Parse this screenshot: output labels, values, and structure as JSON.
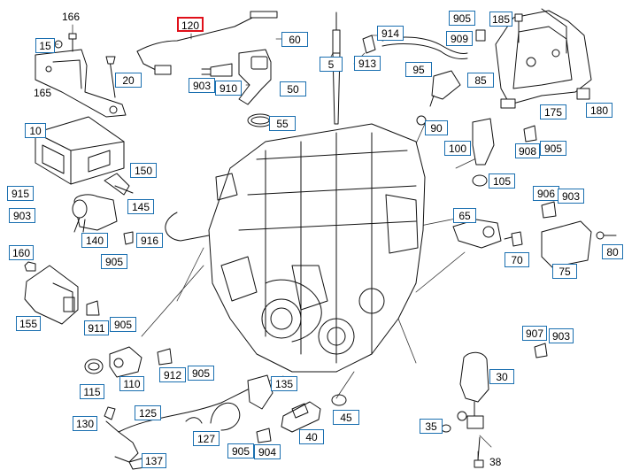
{
  "diagram": {
    "callouts": {
      "c166": "166",
      "c15": "15",
      "c165": "165",
      "c120": "120",
      "c60": "60",
      "c20": "20",
      "c903a": "903",
      "c910": "910",
      "c50": "50",
      "c5": "5",
      "c914": "914",
      "c913": "913",
      "c95": "95",
      "c905a": "905",
      "c185": "185",
      "c909": "909",
      "c85": "85",
      "c175": "175",
      "c180": "180",
      "c10": "10",
      "c55": "55",
      "c90": "90",
      "c100": "100",
      "c908": "908",
      "c905b": "905",
      "c105": "105",
      "c150": "150",
      "c915": "915",
      "c903b": "903",
      "c145": "145",
      "c140": "140",
      "c916": "916",
      "c905c": "905",
      "c906": "906",
      "c903c": "903",
      "c65": "65",
      "c70": "70",
      "c75": "75",
      "c80": "80",
      "c160": "160",
      "c155": "155",
      "c911": "911",
      "c905d": "905",
      "c907": "907",
      "c903d": "903",
      "c115": "115",
      "c110": "110",
      "c912": "912",
      "c905e": "905",
      "c135": "135",
      "c30": "30",
      "c45": "45",
      "c125": "125",
      "c130": "130",
      "c127": "127",
      "c40": "40",
      "c35": "35",
      "c905f": "905",
      "c904": "904",
      "c137": "137",
      "c38": "38"
    }
  }
}
